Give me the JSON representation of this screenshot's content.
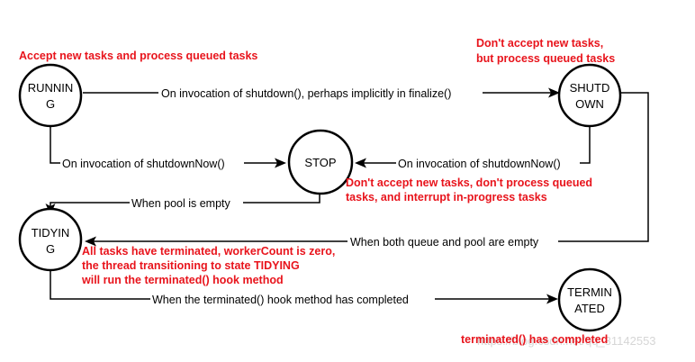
{
  "states": {
    "running": [
      "RUNNIN",
      "G"
    ],
    "shutdown": [
      "SHUTD",
      "OWN"
    ],
    "stop": [
      "STOP"
    ],
    "tidying": [
      "TIDYIN",
      "G"
    ],
    "terminated": [
      "TERMIN",
      "ATED"
    ]
  },
  "transitions": {
    "running_to_shutdown": "On invocation of shutdown(), perhaps implicitly in finalize()",
    "running_to_stop": "On invocation of shutdownNow()",
    "shutdown_to_stop": "On invocation of shutdownNow()",
    "stop_to_tidying": "When pool is empty",
    "shutdown_to_tidying": "When both queue and pool are empty",
    "tidying_to_terminated": "When the terminated() hook method has completed"
  },
  "notes": {
    "running": [
      "Accept new tasks and process queued tasks"
    ],
    "shutdown": [
      "Don't accept new tasks,",
      "but process queued tasks"
    ],
    "stop": [
      "Don't accept new tasks, don't process queued",
      "tasks, and interrupt in-progress tasks"
    ],
    "tidying": [
      "All tasks have terminated, workerCount is zero,",
      "the thread transitioning to state TIDYING",
      "will run the terminated() hook method"
    ],
    "terminated": [
      "terminated() has completed"
    ]
  },
  "watermark": "https://blog.csdn.net/qq_31142553",
  "colors": {
    "note_text": "#e8141c",
    "stroke": "#000000",
    "watermark": "#d6d6d6"
  }
}
